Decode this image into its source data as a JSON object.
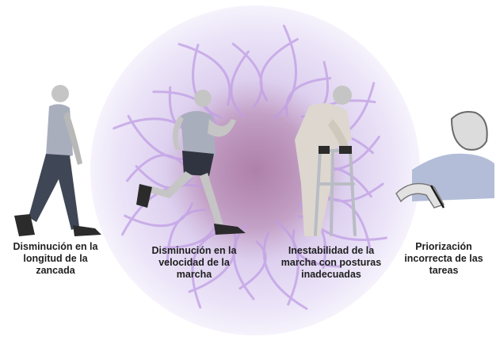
{
  "colors": {
    "halo_outer": "#f1ecfa",
    "halo_mid": "#ddd0ef",
    "core": "#b58ab7",
    "tendril": "#c09ee4",
    "skin": "#c5c5c5",
    "shirt": "#a9aebd",
    "pants": "#3f4756",
    "shoes": "#2b2b2b",
    "walker": "#b9bcc4",
    "elder_clothes": "#ddd7cf",
    "caption_text": "#1e1e1e"
  },
  "figures": [
    {
      "id": "walking-man",
      "icon": "walking-person-icon"
    },
    {
      "id": "running-man",
      "icon": "running-person-icon"
    },
    {
      "id": "elderly-walker",
      "icon": "elderly-person-with-walker-icon"
    },
    {
      "id": "writing-woman",
      "icon": "person-writing-icon"
    }
  ],
  "captions": [
    {
      "text": "Disminución en la\nlongitud de la\nzancada"
    },
    {
      "text": "Disminución en la\nvelocidad de la\nmarcha"
    },
    {
      "text": "Inestabilidad de la\nmarcha con posturas\ninadecuadas"
    },
    {
      "text": "Priorización\nincorrecta de las\ntareas"
    }
  ]
}
